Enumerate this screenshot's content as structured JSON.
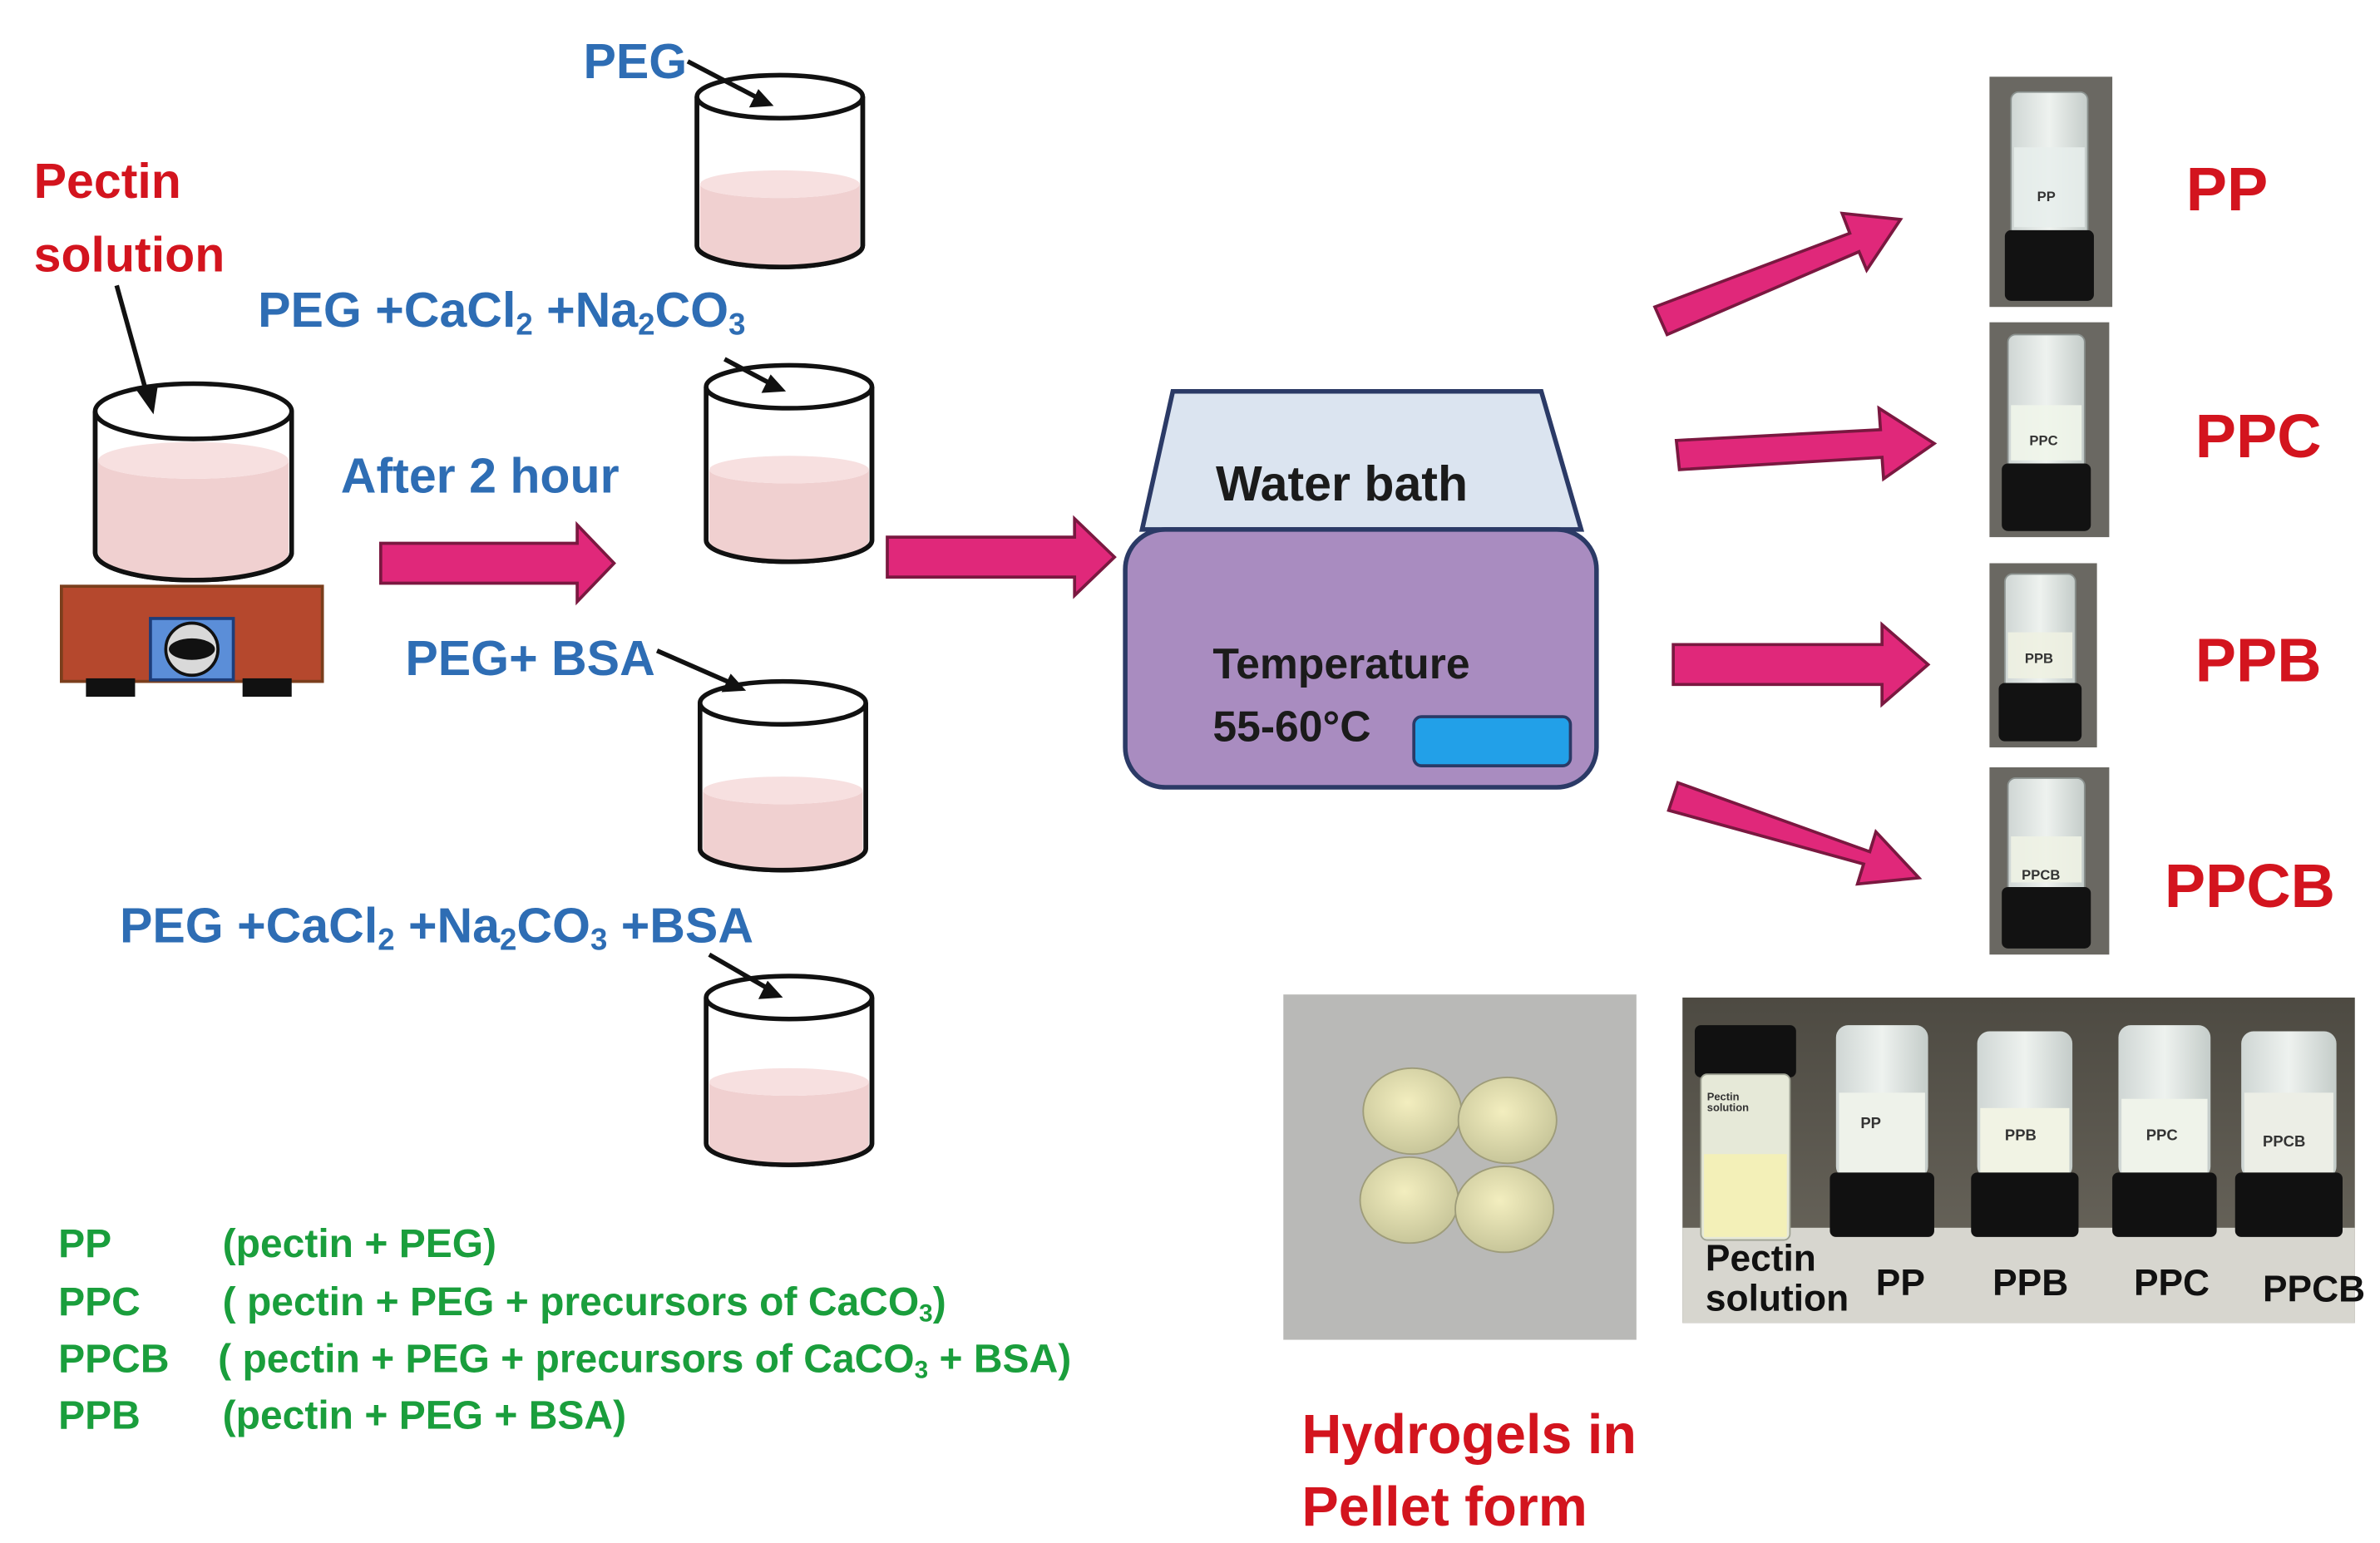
{
  "colors": {
    "label_red": "#d3141e",
    "label_blue": "#2e6db4",
    "legend_green": "#1a9e3c",
    "arrow_magenta": "#e0287a",
    "liquid_pink": "#f0d0d0",
    "stirrer_brown": "#b5482d",
    "bath_purple": "#a98cc0",
    "bath_lid": "#dbe4f0",
    "display_blue": "#22a0e8"
  },
  "start": {
    "line1": "Pectin",
    "line2": "solution"
  },
  "after_label": "After 2 hour",
  "beakers": {
    "peg": "PEG",
    "peg_ca": {
      "prefix": "PEG +CaCl",
      "sub1": "2",
      "mid": " +Na",
      "sub2": "2",
      "co": "CO",
      "sub3": "3"
    },
    "peg_bsa": "PEG+ BSA",
    "peg_ca_bsa": {
      "prefix": "PEG +CaCl",
      "sub1": "2",
      "mid": " +Na",
      "sub2": "2",
      "co": "CO",
      "sub3": "3",
      "suffix": " +BSA"
    }
  },
  "water_bath": {
    "title": "Water bath",
    "temp_label": "Temperature",
    "temp_value": "55-60°C"
  },
  "products": [
    {
      "name": "PP",
      "vial_label": "PP"
    },
    {
      "name": "PPC",
      "vial_label": "PPC"
    },
    {
      "name": "PPB",
      "vial_label": "PPB"
    },
    {
      "name": "PPCB",
      "vial_label": "PPCB"
    }
  ],
  "legend": [
    {
      "code": "PP",
      "desc": "(pectin + PEG)"
    },
    {
      "code": "PPC",
      "desc": "( pectin + PEG + precursors of CaCO",
      "sub": "3",
      "tail": ")"
    },
    {
      "code": "PPCB",
      "desc": "( pectin + PEG + precursors of CaCO",
      "sub": "3",
      "tail": " + BSA)"
    },
    {
      "code": "PPB",
      "desc": "(pectin + PEG + BSA)"
    }
  ],
  "pellet_caption": {
    "line1": "Hydrogels in",
    "line2": "Pellet form"
  },
  "vial_row": {
    "pectin_vial_label": "Pectin solution",
    "labels": {
      "pectin1": "Pectin",
      "pectin2": "solution",
      "pp": "PP",
      "ppb": "PPB",
      "ppc": "PPC",
      "ppcb": "PPCB"
    }
  }
}
